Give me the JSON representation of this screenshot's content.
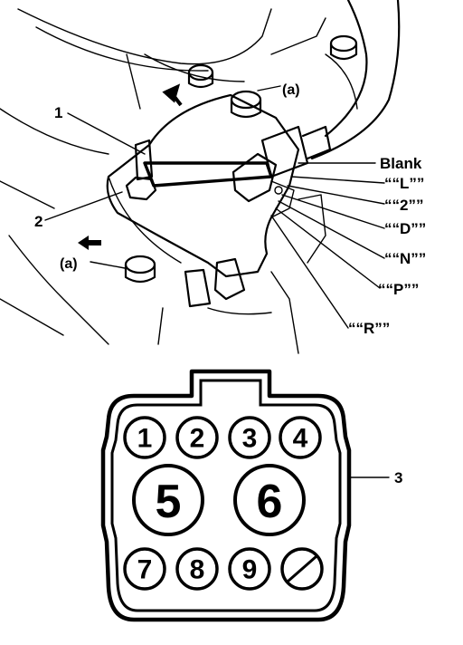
{
  "labels": {
    "callout_1": "1",
    "callout_2": "2",
    "callout_3": "3",
    "bolt_a_top": "(a)",
    "bolt_a_left": "(a)",
    "pos_blank": "Blank",
    "pos_L": "““L””",
    "pos_2": "““2””",
    "pos_D": "““D””",
    "pos_N": "““N””",
    "pos_P": "““P””",
    "pos_R": "““R””"
  },
  "connector_pins": [
    "1",
    "2",
    "3",
    "4",
    "5",
    "6",
    "7",
    "8",
    "9"
  ]
}
